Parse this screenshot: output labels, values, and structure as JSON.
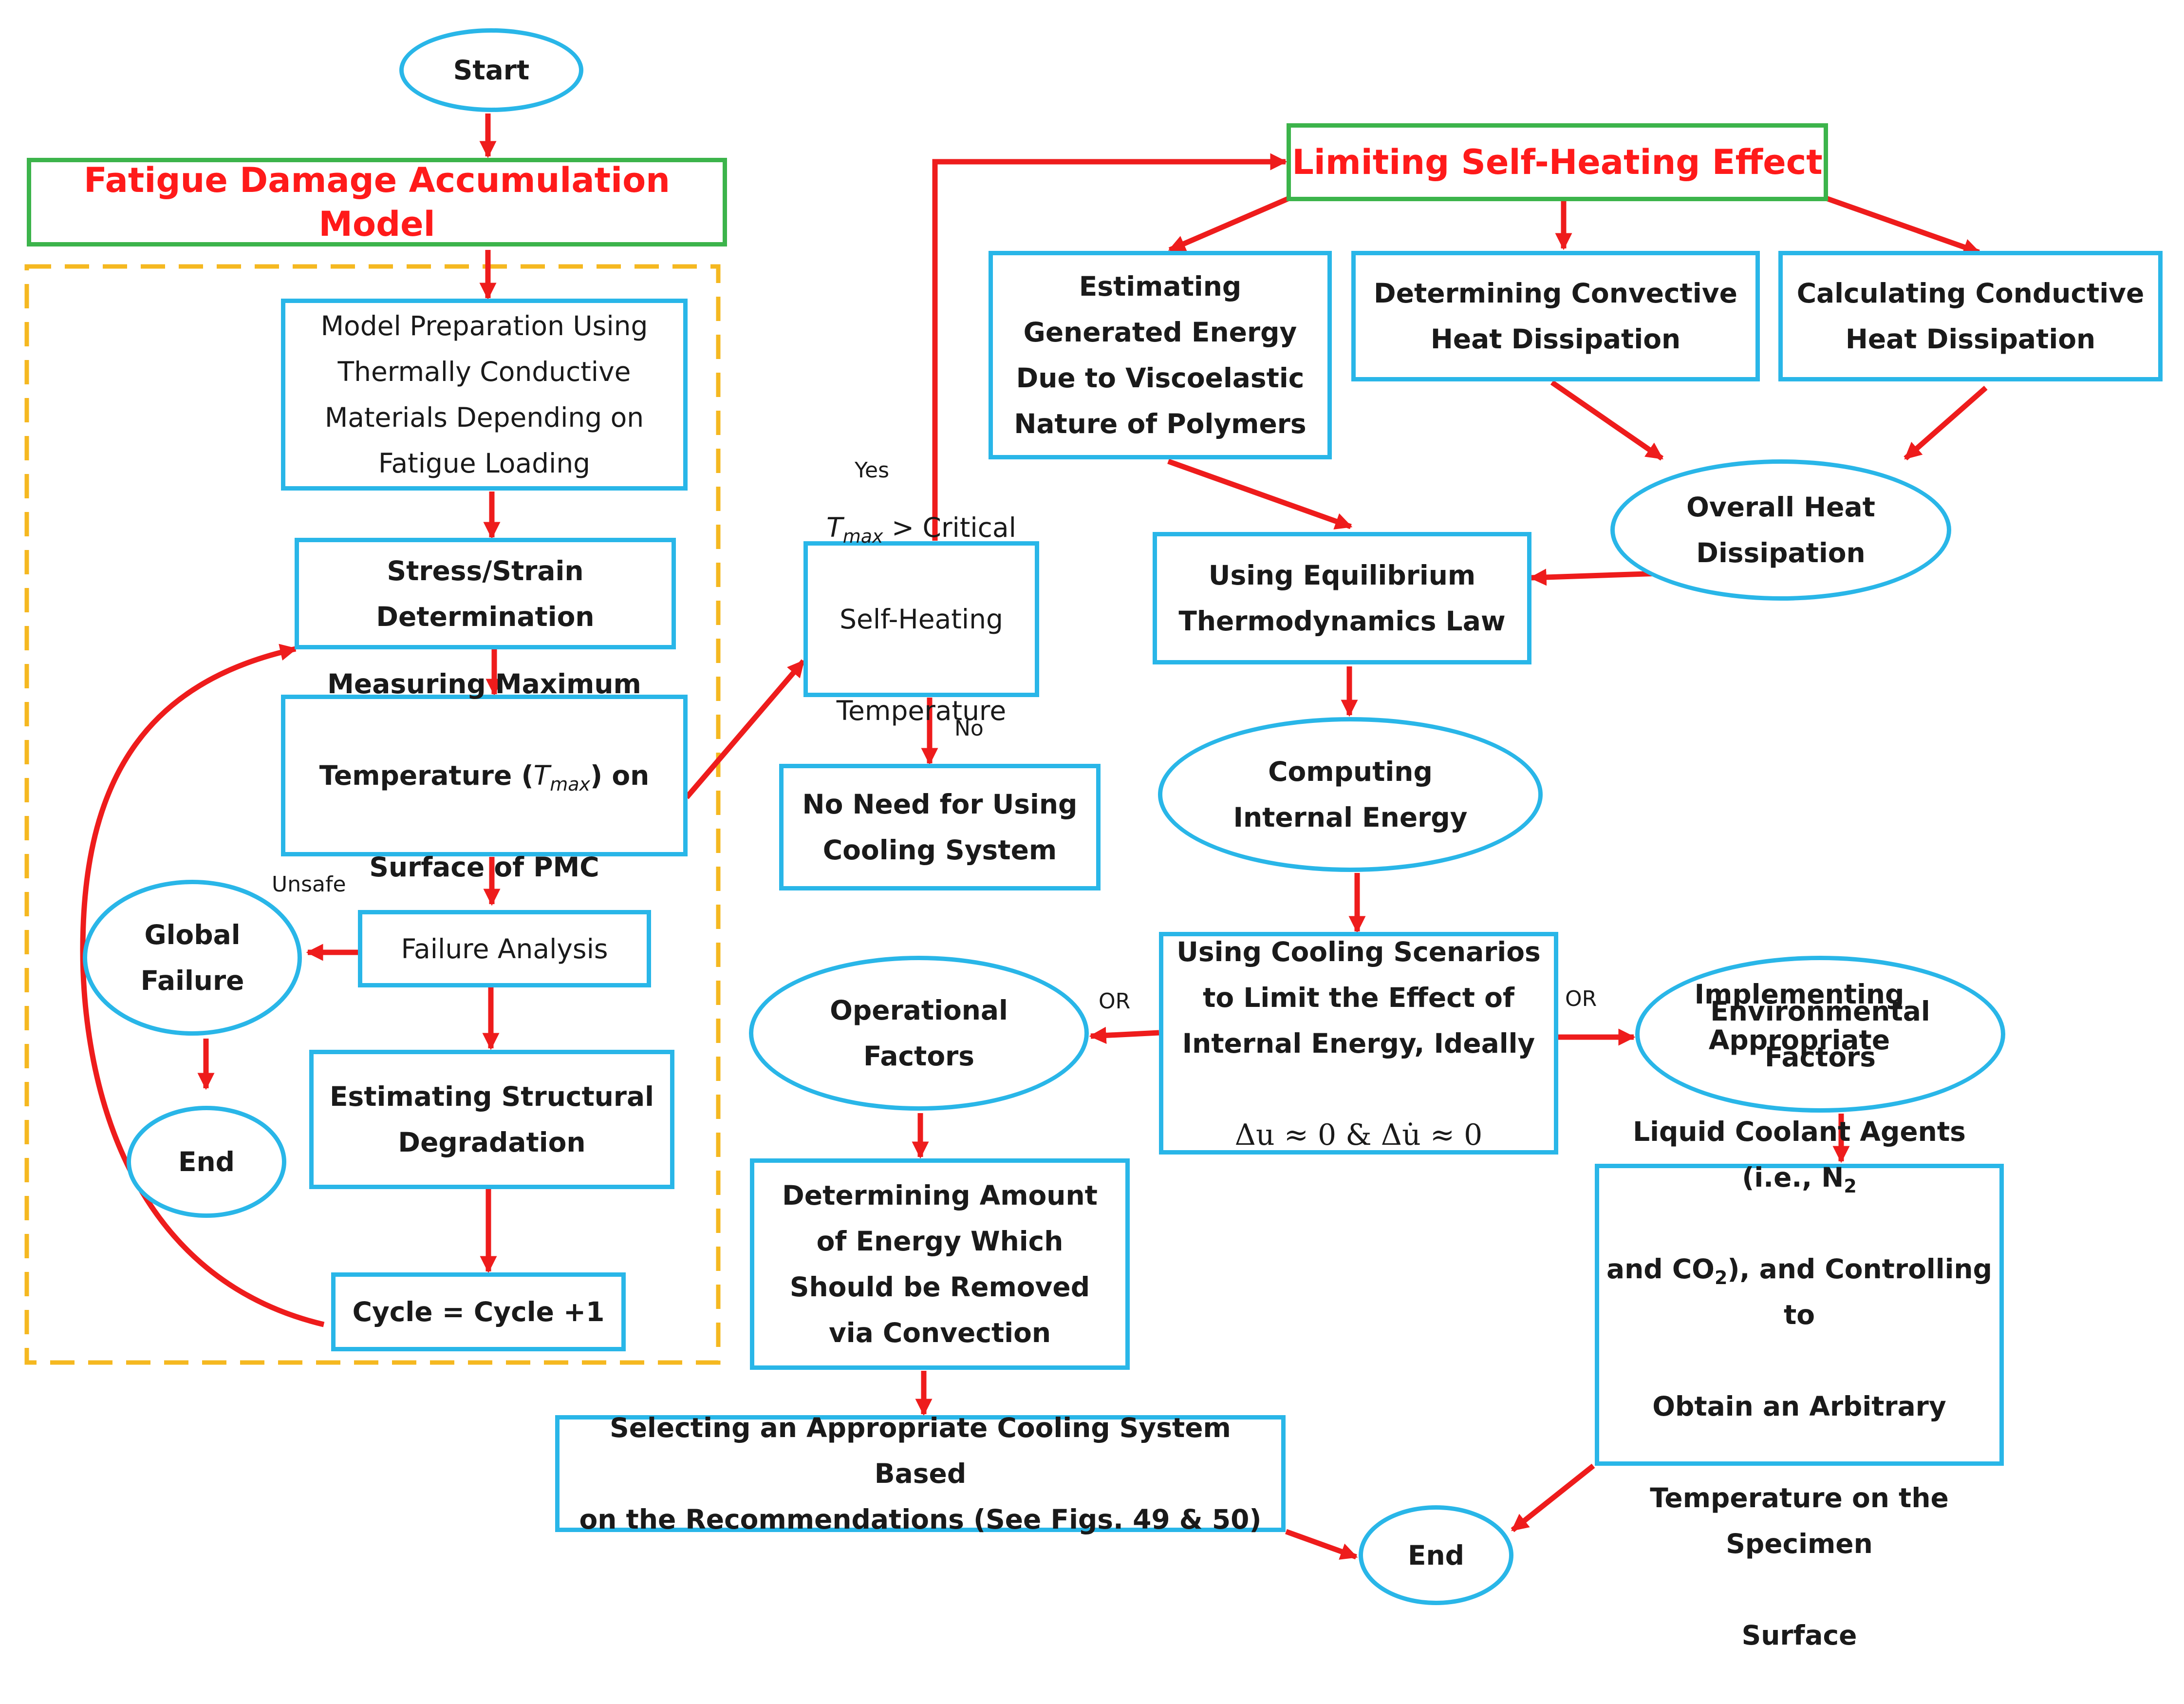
{
  "nodes": {
    "start": "Start",
    "fdam": "Fatigue Damage Accumulation Model",
    "model_prep": "Model Preparation Using\nThermally Conductive\nMaterials Depending on\nFatigue Loading",
    "stress_strain": "Stress/Strain\nDetermination",
    "measuring_line1": "Measuring Maximum",
    "measuring_line2_pre": "Temperature (",
    "measuring_line2_var": "T",
    "measuring_line2_sub": "max",
    "measuring_line2_post": ") on",
    "measuring_line3": "Surface of PMC",
    "failure_analysis": "Failure Analysis",
    "global_failure": "Global\nFailure",
    "end_left": "End",
    "estimating_degradation": "Estimating Structural\nDegradation",
    "cycle": "Cycle = Cycle +1",
    "decision_var": "T",
    "decision_sub": "max",
    "decision_line1_post": " > Critical",
    "decision_line2": "Self-Heating",
    "decision_line3": "Temperature",
    "no_need": "No Need for Using\nCooling System",
    "limiting": "Limiting Self-Heating Effect",
    "estimating_energy": "Estimating\nGenerated Energy\nDue to Viscoelastic\nNature of Polymers",
    "convective": "Determining Convective\nHeat Dissipation",
    "conductive": "Calculating Conductive\nHeat Dissipation",
    "overall": "Overall Heat\nDissipation",
    "equilibrium": "Using Equilibrium\nThermodynamics Law",
    "computing": "Computing\nInternal Energy",
    "cooling_scen": "Using Cooling Scenarios\nto Limit the Effect of\nInternal Energy, Ideally",
    "cooling_eq": "Δu ≈ 0  &  Δu̇ ≈ 0",
    "operational": "Operational\nFactors",
    "environmental": "Environmental\nFactors",
    "determining_amount": "Determining Amount\nof Energy Which\nShould be Removed\nvia Convection",
    "implementing_line1": "Implementing Appropriate",
    "implementing_line2_pre": "Liquid Coolant Agents (i.e., N",
    "implementing_line2_sub": "2",
    "implementing_line3_pre": "and CO",
    "implementing_line3_sub": "2",
    "implementing_line3_post": "), and Controlling to",
    "implementing_line4": "Obtain an Arbitrary",
    "implementing_line5": "Temperature on the Specimen",
    "implementing_line6": "Surface",
    "selecting": "Selecting an Appropriate Cooling System Based\non the Recommendations (See Figs. 49 & 50)",
    "end_bottom": "End"
  },
  "labels": {
    "yes": "Yes",
    "no": "No",
    "unsafe": "Unsafe",
    "or_left": "OR",
    "or_right": "OR"
  },
  "colors": {
    "arrow": "#ee1c1c",
    "box_border": "#29b6e8",
    "green_border": "#3cb44b",
    "title_text": "#ff1a1a",
    "dashed_border": "#f5b820"
  }
}
